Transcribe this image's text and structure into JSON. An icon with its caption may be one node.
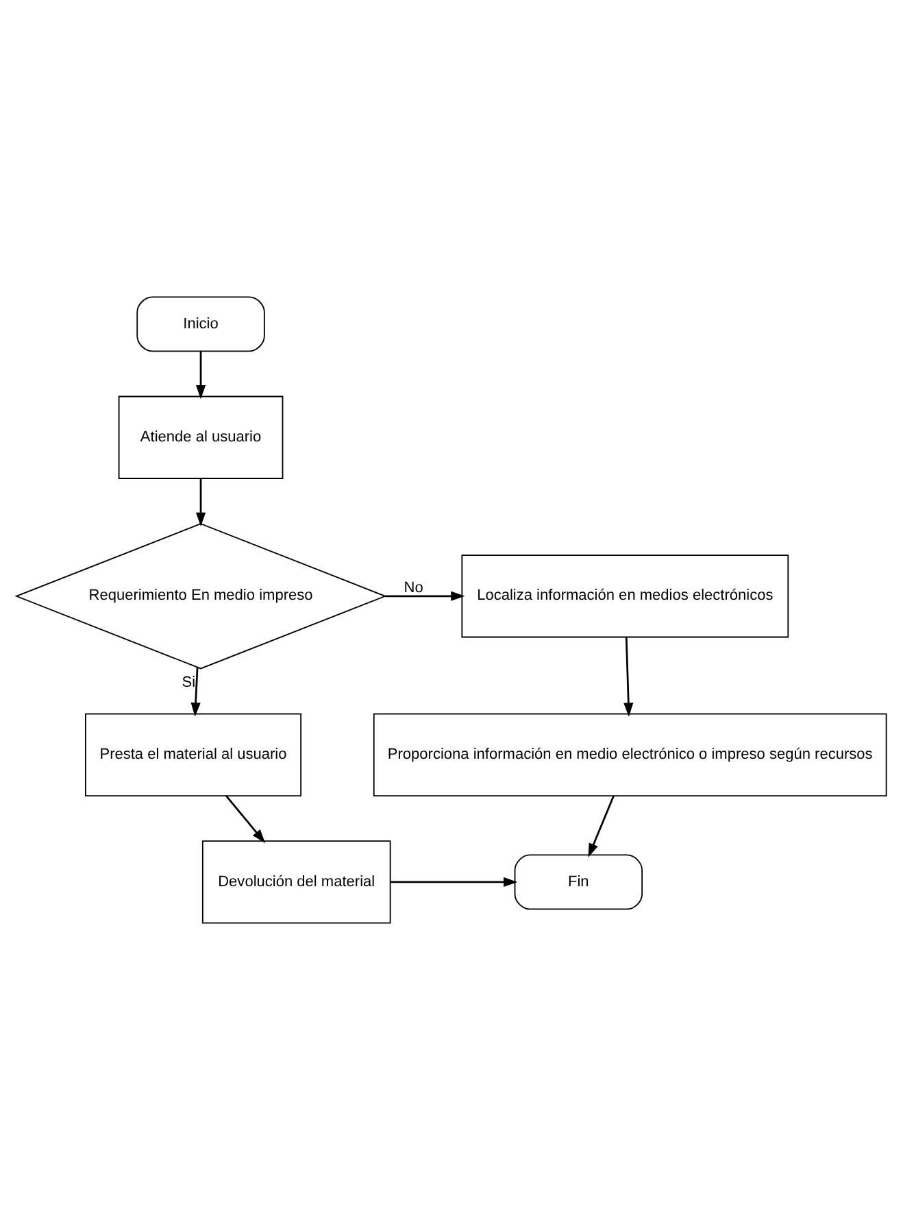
{
  "diagram": {
    "nodes": [
      {
        "text": [
          "Inicio"
        ]
      },
      {
        "text": [
          "Atiende al usuario"
        ]
      },
      {
        "text": [
          "Requerimiento En medio impreso"
        ]
      },
      {
        "text": [
          "Localiza información en medios electrónicos"
        ]
      },
      {
        "text": [
          "Presta el material al usuario"
        ]
      },
      {
        "text": [
          "Proporciona información en medio electrónico o impreso según recursos"
        ]
      },
      {
        "text": [
          "Devolución del material"
        ]
      },
      {
        "text": [
          "Fin"
        ]
      }
    ],
    "edges": [
      {
        "from": 0,
        "to": 1,
        "arrow": "to"
      },
      {
        "from": 1,
        "to": 2,
        "arrow": "to"
      },
      {
        "from": 2,
        "to": 3,
        "arrow": "to",
        "label": "No"
      },
      {
        "from": 2,
        "to": 4,
        "arrow": "to",
        "label": "Si"
      },
      {
        "from": 3,
        "to": 5,
        "arrow": "to"
      },
      {
        "from": 4,
        "to": 6,
        "arrow": "to"
      },
      {
        "from": 6,
        "to": 7,
        "arrow": "to"
      },
      {
        "from": 5,
        "to": 7,
        "arrow": "to"
      }
    ]
  }
}
